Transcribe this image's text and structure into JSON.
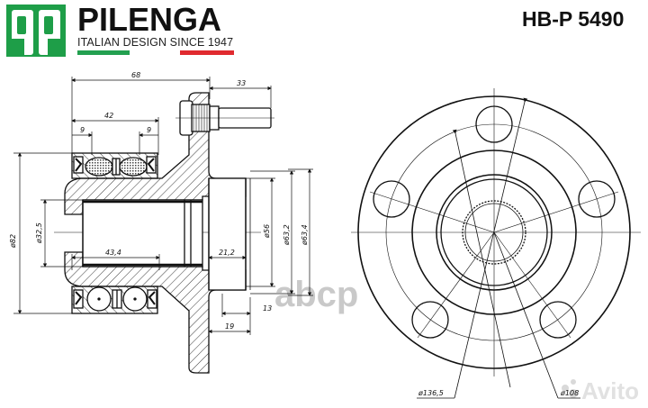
{
  "header": {
    "brand": "PILENGA",
    "logo_glyph": "qp",
    "tagline": "ITALIAN DESIGN SINCE 1947",
    "part_number": "HB-P 5490",
    "colors": {
      "logo_green": "#1e9e48",
      "stripe_green": "#23a050",
      "stripe_red": "#e02a2f"
    }
  },
  "side_view": {
    "dimensions": {
      "overall_length": "68",
      "stud_length": "33",
      "bearing_width": "42",
      "seal_left": "9",
      "seal_right": "9",
      "outer_diameter": "ø82",
      "bore_diameter": "ø32,5",
      "bore_length": "43,4",
      "pilot_depth": "21,2",
      "pilot_diameter": "ø56",
      "pilot_outer_1": "ø63,2",
      "pilot_outer_2": "ø63,4",
      "flange_offset_13": "13",
      "flange_offset_19": "19"
    }
  },
  "front_view": {
    "bolt_count": "5",
    "flange_diameter": "ø136,5",
    "bolt_circle": "ø108"
  },
  "watermarks": {
    "center": "abcp",
    "corner": "Avito"
  }
}
